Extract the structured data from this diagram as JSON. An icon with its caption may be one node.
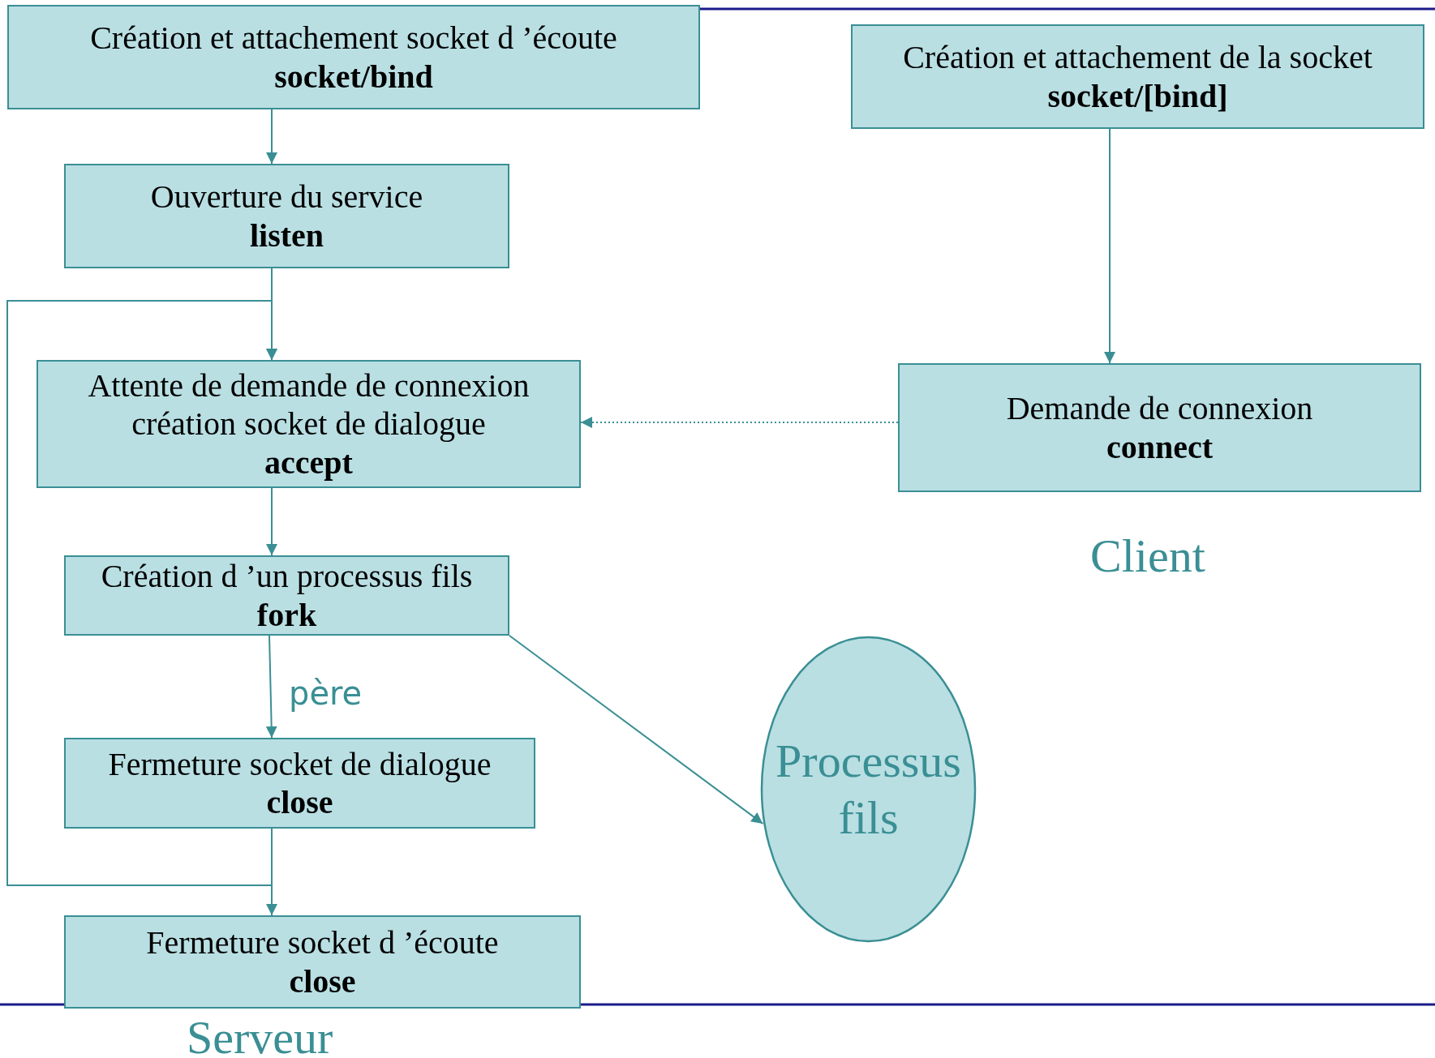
{
  "diagram": {
    "nodes": [
      {
        "text": [
          "Création et attachement  socket d ’écoute",
          "socket/bind"
        ]
      },
      {
        "text": [
          "Ouverture du service",
          "listen"
        ]
      },
      {
        "text": [
          "Attente de demande de connexion",
          "création socket de dialogue",
          "accept"
        ]
      },
      {
        "text": [
          "Création d ’un processus fils",
          "fork"
        ]
      },
      {
        "text": [
          "Fermeture socket de dialogue",
          "close"
        ]
      },
      {
        "text": [
          "Fermeture socket d ’écoute",
          "close"
        ]
      },
      {
        "text": [
          "Création et attachement de la socket",
          "socket/[bind]"
        ]
      },
      {
        "text": [
          "Demande de connexion",
          "connect"
        ]
      },
      {
        "text": [
          "Processus fils"
        ]
      }
    ],
    "edges": [
      {
        "from": 0,
        "to": 1,
        "arrow": "to"
      },
      {
        "from": 1,
        "to": 2,
        "arrow": "to"
      },
      {
        "from": 2,
        "to": 3,
        "arrow": "to"
      },
      {
        "from": 3,
        "to": 4,
        "arrow": "to",
        "label": "père"
      },
      {
        "from": 4,
        "to": 5,
        "arrow": "to"
      },
      {
        "from": 4,
        "to": 2,
        "arrow": "to"
      },
      {
        "from": 3,
        "to": 8,
        "arrow": "to"
      },
      {
        "from": 6,
        "to": 7,
        "arrow": "to"
      },
      {
        "from": 7,
        "to": 2,
        "arrow": "to",
        "style": "dashed"
      }
    ],
    "labels": [
      "Client",
      "Serveur"
    ]
  }
}
